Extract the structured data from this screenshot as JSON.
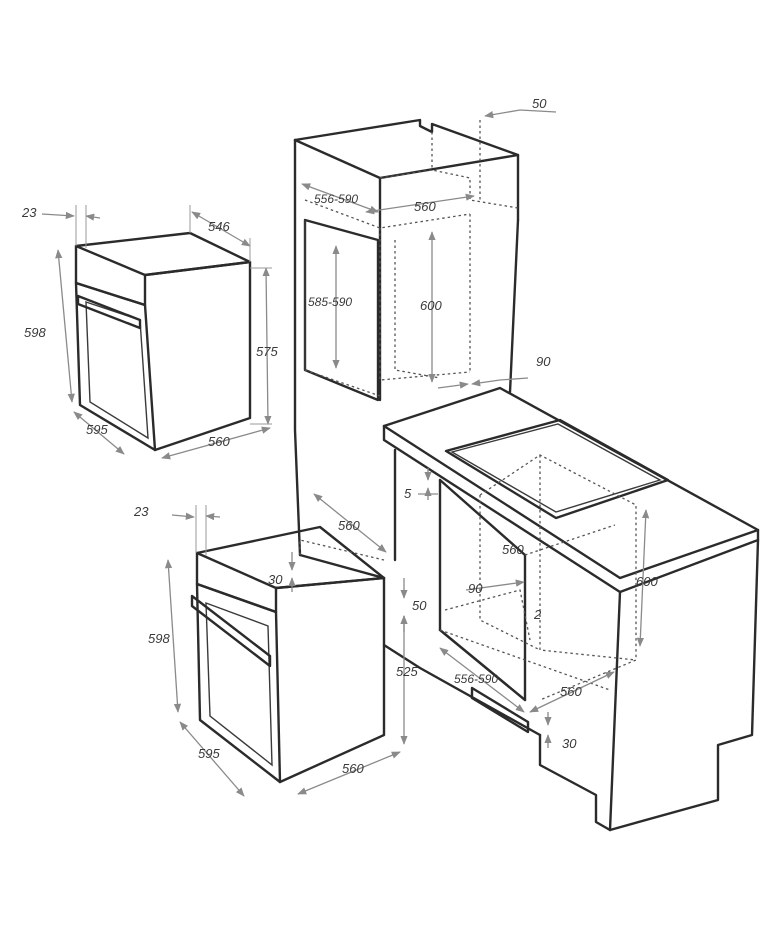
{
  "oven_top": {
    "depth_front": "23",
    "depth_body": "546",
    "height_front": "598",
    "height_body": "575",
    "width_front": "595",
    "width_body": "560"
  },
  "oven_bottom": {
    "depth_front": "23",
    "height_front": "598",
    "width_front": "595",
    "width_body": "560"
  },
  "tall_cabinet": {
    "rear_gap": "50",
    "niche_depth": "556-590",
    "niche_width": "560",
    "niche_height_front": "585-590",
    "niche_height": "600",
    "bottom_gap": "90"
  },
  "base_cabinet": {
    "top_depth": "560",
    "top_gap": "5",
    "niche_depth_top": "560",
    "front_gap": "30",
    "side_gap": "50",
    "niche_height": "525",
    "inner_gap": "90",
    "small_gap": "2",
    "niche_height_right": "600",
    "niche_depth": "556-590",
    "niche_width": "560",
    "plinth_gap": "30"
  }
}
